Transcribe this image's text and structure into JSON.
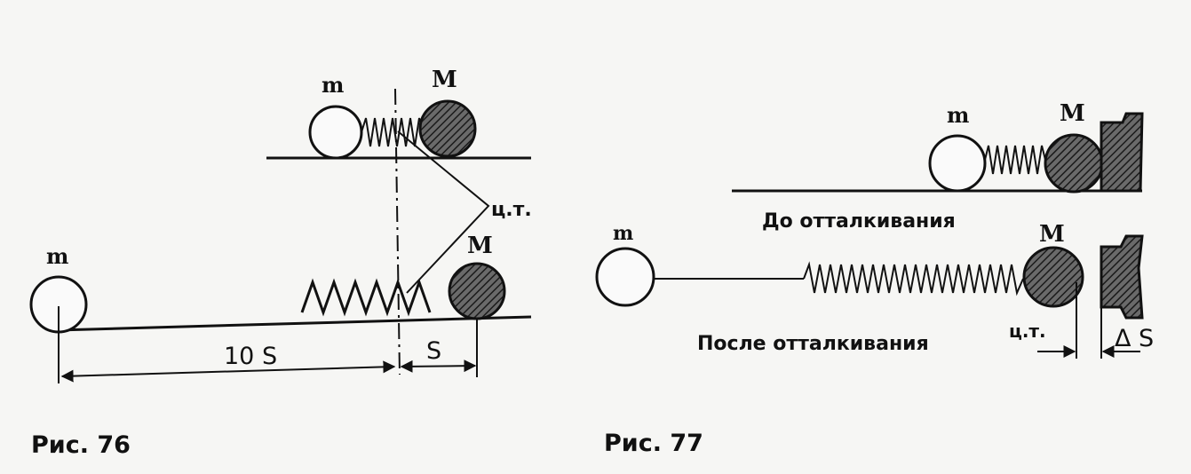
{
  "fig76": {
    "top": {
      "m": "m",
      "M": "M"
    },
    "ct": "ц.т.",
    "bottom": {
      "m": "m",
      "M": "M"
    },
    "dim_left": "10 S",
    "dim_right": "S",
    "caption": "Рис. 76"
  },
  "fig77": {
    "before": {
      "m": "m",
      "M": "M",
      "label": "До отталкивания"
    },
    "after": {
      "m": "m",
      "M": "M",
      "label": "После отталкивания",
      "ct": "ц.т.",
      "delta": "Δ S"
    },
    "caption": "Рис. 77"
  }
}
